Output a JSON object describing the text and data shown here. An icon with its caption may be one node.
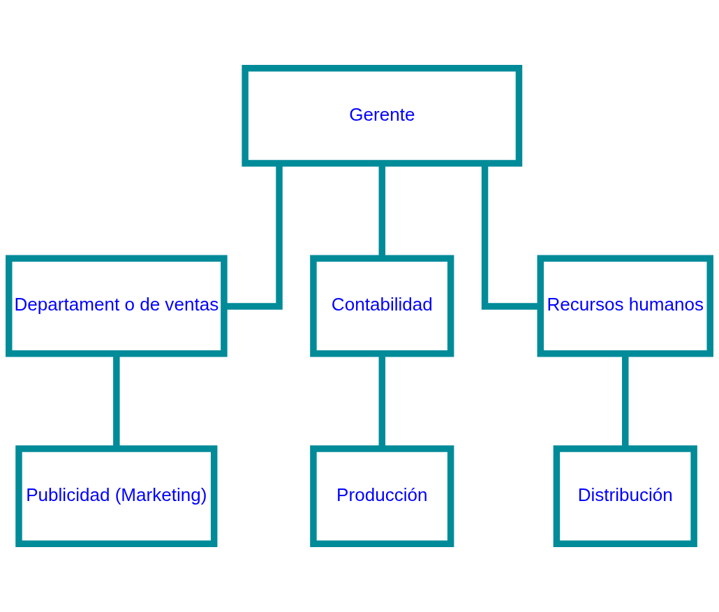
{
  "diagram": {
    "nodes": [
      {
        "text": [
          "Gerente"
        ]
      },
      {
        "text": [
          "Departament o de ventas"
        ]
      },
      {
        "text": [
          "Contabilidad"
        ]
      },
      {
        "text": [
          "Recursos humanos"
        ]
      },
      {
        "text": [
          "Publicidad (Marketing)"
        ]
      },
      {
        "text": [
          "Producción"
        ]
      },
      {
        "text": [
          "Distribución"
        ]
      }
    ],
    "edges": [
      {
        "from": 0,
        "to": 1,
        "arrow": "none"
      },
      {
        "from": 0,
        "to": 2,
        "arrow": "none"
      },
      {
        "from": 0,
        "to": 3,
        "arrow": "none"
      },
      {
        "from": 1,
        "to": 4,
        "arrow": "none"
      },
      {
        "from": 2,
        "to": 5,
        "arrow": "none"
      },
      {
        "from": 3,
        "to": 6,
        "arrow": "none"
      }
    ]
  }
}
